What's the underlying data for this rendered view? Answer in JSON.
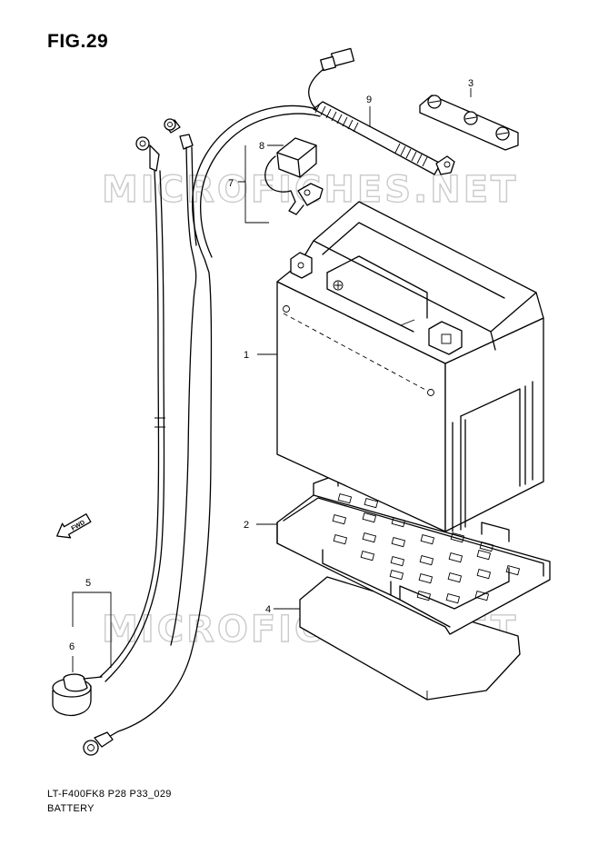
{
  "figure": {
    "title": "FIG.29",
    "code": "LT-F400FK8 P28 P33_029",
    "name": "BATTERY"
  },
  "watermark": "MICROFICHES.NET",
  "direction_marker": "FWD",
  "callouts": [
    "1",
    "2",
    "3",
    "4",
    "5",
    "6",
    "7",
    "8",
    "9"
  ],
  "colors": {
    "line": "#000000",
    "background": "#ffffff",
    "watermark": "#bdbdbd"
  }
}
